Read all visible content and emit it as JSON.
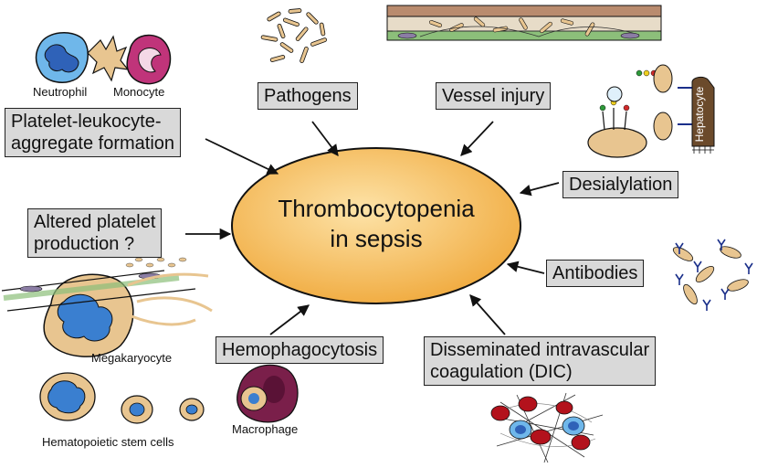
{
  "center": {
    "line1": "Thrombocytopenia",
    "line2": "in sepsis"
  },
  "causes": {
    "pathogens": "Pathogens",
    "vessel_injury": "Vessel injury",
    "desialylation": "Desialylation",
    "antibodies": "Antibodies",
    "dic_line1": "Disseminated intravascular",
    "dic_line2": "coagulation (DIC)",
    "hemophagocytosis": "Hemophagocytosis",
    "altered_line1": "Altered platelet",
    "altered_line2": "production ?",
    "pla_line1": "Platelet-leukocyte-",
    "pla_line2": "aggregate formation"
  },
  "labels": {
    "neutrophil": "Neutrophil",
    "monocyte": "Monocyte",
    "hepatocyte": "Hepatocyte",
    "megakaryocyte": "Megakaryocyte",
    "stem_cells": "Hematopoietic stem cells",
    "macrophage": "Macrophage"
  },
  "colors": {
    "center_fill": "#f2b24a",
    "box_fill": "#d9d9d9",
    "neutrophil": "#3a8fd6",
    "monocyte": "#c0347a",
    "platelet": "#e8c590",
    "nucleus": "#3a7fd0",
    "macrophage": "#7a1f4a",
    "red_cell": "#b3121c",
    "antibody": "#1a2f8a",
    "hepatocyte": "#6b4a2b"
  }
}
